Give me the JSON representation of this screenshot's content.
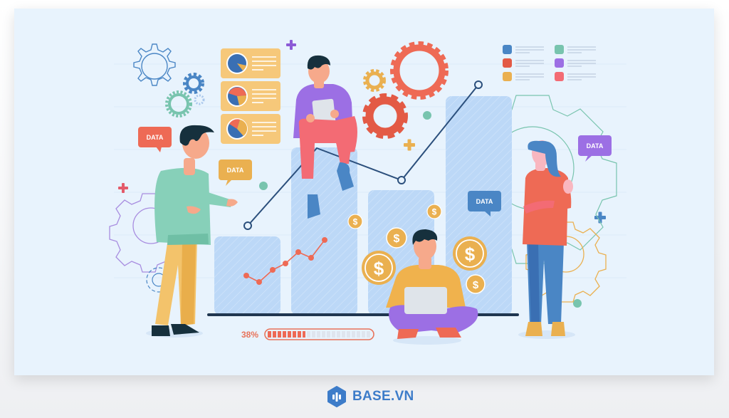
{
  "illustration": {
    "theme": "data analytics team illustration",
    "background_color": "#e8f3fd",
    "speech_bubbles": [
      {
        "label": "DATA",
        "color": "#ee6a55"
      },
      {
        "label": "DATA",
        "color": "#eab050"
      },
      {
        "label": "DATA",
        "color": "#4a86c5"
      },
      {
        "label": "DATA",
        "color": "#9c6fe4"
      }
    ],
    "progress": {
      "label": "38%",
      "value": 38,
      "fill_color": "#ee6a55",
      "track_color": "#dfe5ee"
    },
    "bar_chart": {
      "bars": 4,
      "relative_heights": [
        110,
        235,
        175,
        305
      ],
      "color": "#bcd8f7"
    },
    "trend_line": {
      "color": "#2b4f7c"
    },
    "mini_line": {
      "color": "#ee6a55"
    },
    "legend_swatches": [
      "#4a86c5",
      "#78c4ae",
      "#e35a45",
      "#9c6fe4",
      "#eab050",
      "#f36b74"
    ],
    "currency_symbol": "$"
  },
  "brand": {
    "name": "BASE.VN",
    "color": "#3d7cc9"
  }
}
